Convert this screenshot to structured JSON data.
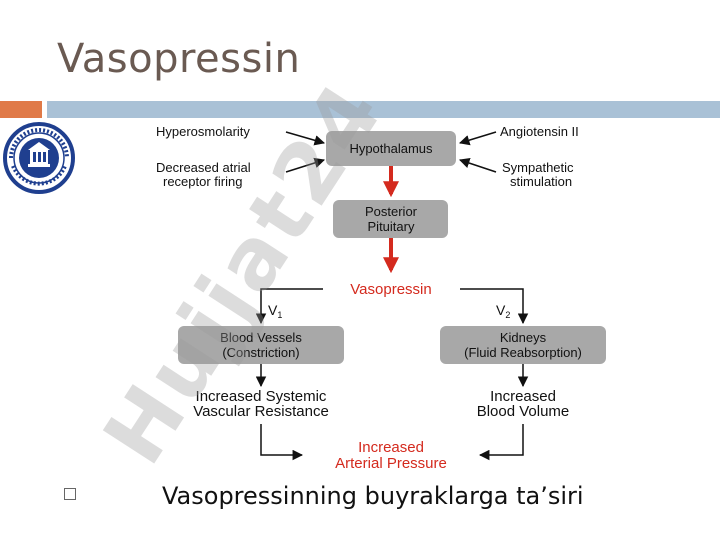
{
  "slide": {
    "title": "Vasopressin",
    "caption": "Vasopressinning buyraklarga ta’siri"
  },
  "diagram": {
    "inputs_left": [
      "Hyperosmolarity",
      "Decreased atrial",
      "receptor firing"
    ],
    "inputs_right": [
      "Angiotensin II",
      "Sympathetic",
      "stimulation"
    ],
    "hypothalamus": "Hypothalamus",
    "posterior_pituitary": [
      "Posterior",
      "Pituitary"
    ],
    "vasopressin": "Vasopressin",
    "v1": "V",
    "v1_sub": "1",
    "v2": "V",
    "v2_sub": "2",
    "blood_vessels": [
      "Blood Vessels",
      "(Constriction)"
    ],
    "kidneys": [
      "Kidneys",
      "(Fluid Reabsorption)"
    ],
    "svr": [
      "Increased Systemic",
      "Vascular Resistance"
    ],
    "blood_volume": [
      "Increased",
      "Blood Volume"
    ],
    "arterial_pressure": [
      "Increased",
      "Arterial Pressure"
    ]
  },
  "watermark": {
    "text": "Hujjat24"
  },
  "colors": {
    "title": "#6a5a52",
    "accent_orange": "#e07a48",
    "accent_blue": "#a9c1d6",
    "box_gray": "#a8a8a8",
    "red": "#d42a1e",
    "logo_blue": "#1f3f8f"
  },
  "icons": {
    "logo": "university-seal-icon",
    "bullet": "square-bullet-icon"
  }
}
